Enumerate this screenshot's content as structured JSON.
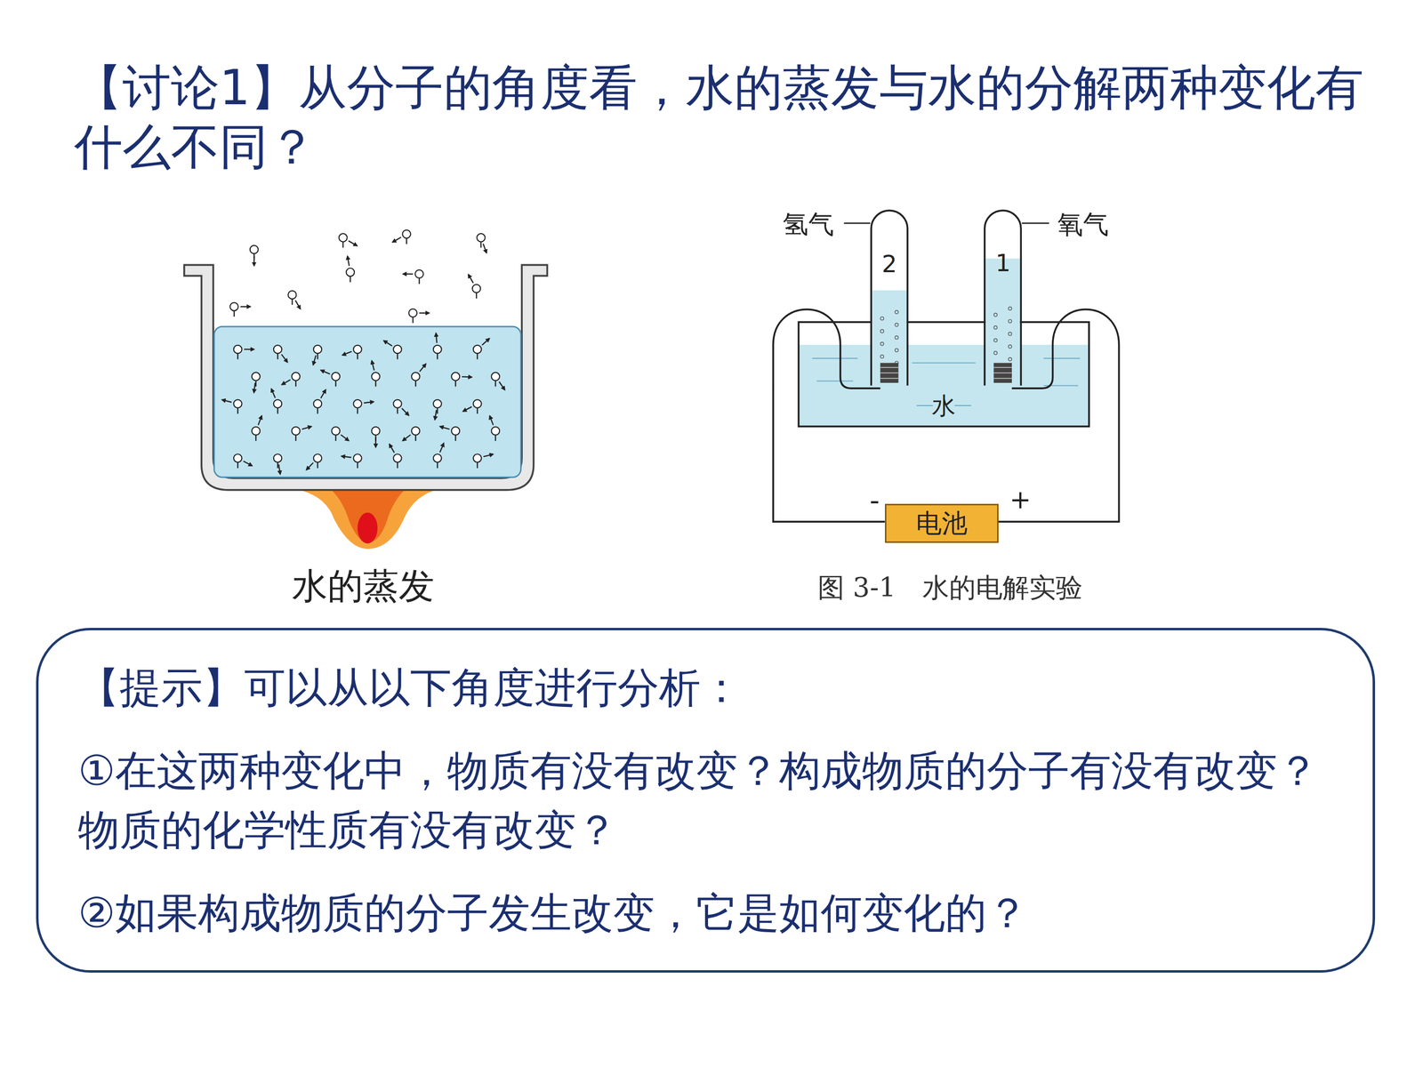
{
  "diagram": {
    "title": "【讨论1】从分子的角度看，水的蒸发与水的分解两种变化有什么不同？",
    "caption": "图 3-1　水的电解实验",
    "nodes": [
      {
        "text": [
          "【提示】可以从以下角度进行分析：",
          "①在这两种变化中，物质有没有改变？构成物质的分子有没有改变？物质的化学性质有没有改变？",
          "②如果构成物质的分子发生改变，它是如何变化的？"
        ]
      },
      {
        "text": [
          "电池"
        ]
      }
    ],
    "labels": [
      "水的蒸发",
      "氢气",
      "氧气",
      "2",
      "1",
      "水",
      "-",
      "+"
    ]
  }
}
